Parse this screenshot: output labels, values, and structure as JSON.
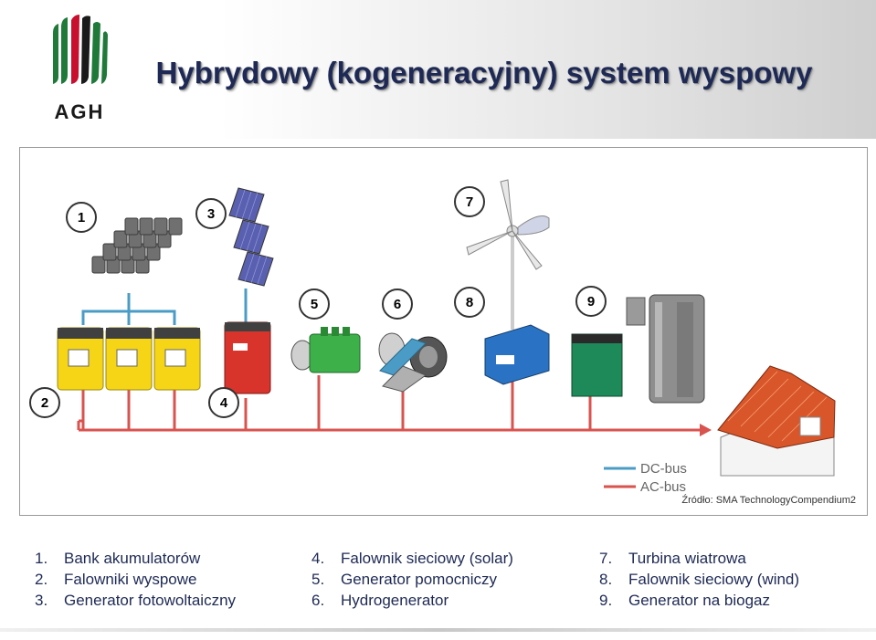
{
  "header": {
    "logo_text": "AGH",
    "title": "Hybrydowy (kogeneracyjny)  system wyspowy"
  },
  "diagram": {
    "badges": [
      "1",
      "3",
      "7",
      "5",
      "6",
      "8",
      "9",
      "2",
      "4"
    ],
    "legend": {
      "dc": "DC-bus",
      "ac": "AC-bus"
    },
    "colors": {
      "dc": "#4a9cc6",
      "ac": "#d9534f"
    },
    "source": "Źródło: SMA TechnologyCompendium2"
  },
  "list": {
    "col1": [
      {
        "num": "1.",
        "text": "Bank akumulatorów"
      },
      {
        "num": "2.",
        "text": "Falowniki wyspowe"
      },
      {
        "num": "3.",
        "text": "Generator  fotowoltaiczny"
      }
    ],
    "col2": [
      {
        "num": "4.",
        "text": "Falownik sieciowy (solar)"
      },
      {
        "num": "5.",
        "text": "Generator pomocniczy"
      },
      {
        "num": "6.",
        "text": "Hydrogenerator"
      }
    ],
    "col3": [
      {
        "num": "7.",
        "text": "Turbina wiatrowa"
      },
      {
        "num": "8.",
        "text": "Falownik sieciowy (wind)"
      },
      {
        "num": "9.",
        "text": "Generator na biogaz"
      }
    ]
  }
}
